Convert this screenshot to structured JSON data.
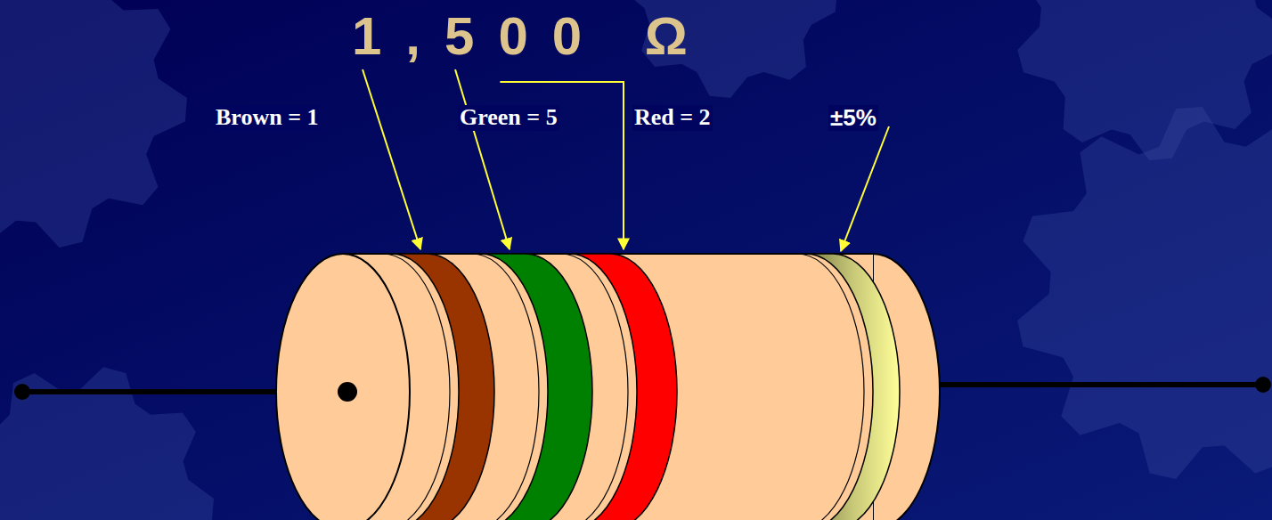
{
  "diagram": {
    "title": "1,500 Ω",
    "labels": [
      "Brown = 1",
      "Green = 5",
      "Red = 2",
      "±5%"
    ]
  }
}
